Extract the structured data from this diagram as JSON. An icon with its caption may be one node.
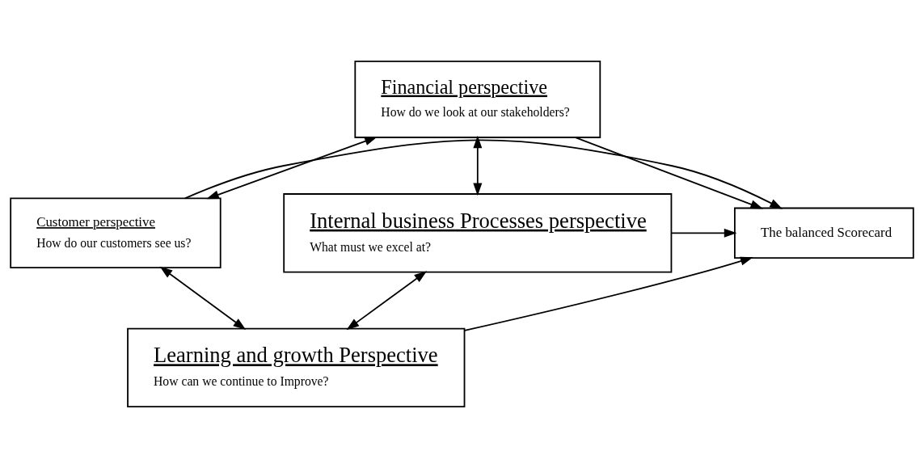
{
  "diagram": {
    "nodes": [
      {
        "text": [
          "Financial perspective",
          "How do we look at our stakeholders?"
        ]
      },
      {
        "text": [
          "Customer perspective",
          "How do our customers see us?"
        ]
      },
      {
        "text": [
          "The balanced Scorecard"
        ]
      },
      {
        "text": [
          "Internal business Processes perspective",
          "What must we excel at?"
        ]
      },
      {
        "text": [
          "Learning and growth Perspective",
          "How can we continue to Improve?"
        ]
      }
    ],
    "edges": [
      {
        "from": 0,
        "to": 1,
        "arrow": "both"
      },
      {
        "from": 0,
        "to": 2,
        "arrow": "to"
      },
      {
        "from": 0,
        "to": 3,
        "arrow": "both"
      },
      {
        "from": 1,
        "to": 2,
        "arrow": "to"
      },
      {
        "from": 3,
        "to": 2,
        "arrow": "to"
      },
      {
        "from": 4,
        "to": 2,
        "arrow": "to"
      },
      {
        "from": 1,
        "to": 4,
        "arrow": "both"
      },
      {
        "from": 3,
        "to": 4,
        "arrow": "both"
      }
    ]
  }
}
